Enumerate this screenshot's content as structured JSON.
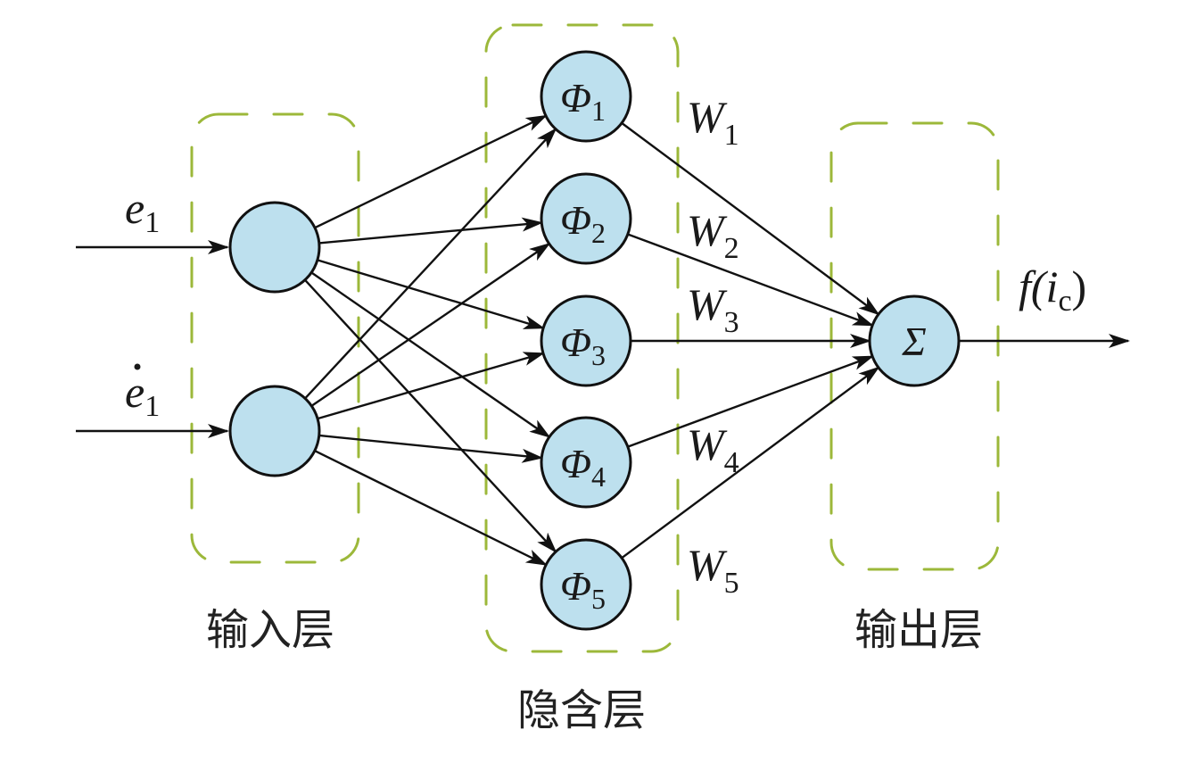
{
  "diagram": {
    "type": "rbf-neural-network",
    "colors": {
      "node_fill": "#bde0ee",
      "node_stroke": "#111111",
      "edge": "#111111",
      "layer_box": "#9cb83a",
      "background": "#ffffff"
    },
    "layers": [
      {
        "id": "input",
        "label": "输入层"
      },
      {
        "id": "hidden",
        "label": "隐含层"
      },
      {
        "id": "output",
        "label": "输出层"
      }
    ],
    "inputs": [
      {
        "id": "e1",
        "symbol": "e",
        "subscript": "1",
        "dot": false
      },
      {
        "id": "edot1",
        "symbol": "e",
        "subscript": "1",
        "dot": true
      }
    ],
    "hidden_nodes": [
      {
        "id": "phi1",
        "symbol": "Φ",
        "subscript": "1"
      },
      {
        "id": "phi2",
        "symbol": "Φ",
        "subscript": "2"
      },
      {
        "id": "phi3",
        "symbol": "Φ",
        "subscript": "3"
      },
      {
        "id": "phi4",
        "symbol": "Φ",
        "subscript": "4"
      },
      {
        "id": "phi5",
        "symbol": "Φ",
        "subscript": "5"
      }
    ],
    "weights": [
      {
        "symbol": "W",
        "subscript": "1"
      },
      {
        "symbol": "W",
        "subscript": "2"
      },
      {
        "symbol": "W",
        "subscript": "3"
      },
      {
        "symbol": "W",
        "subscript": "4"
      },
      {
        "symbol": "W",
        "subscript": "5"
      }
    ],
    "output_node": {
      "symbol": "Σ"
    },
    "output_label": {
      "prefix": "f(",
      "var": "i",
      "subscript": "c",
      "suffix": ")"
    },
    "connections": {
      "input_to_hidden": "fully-connected",
      "hidden_to_output": "fully-connected"
    }
  }
}
